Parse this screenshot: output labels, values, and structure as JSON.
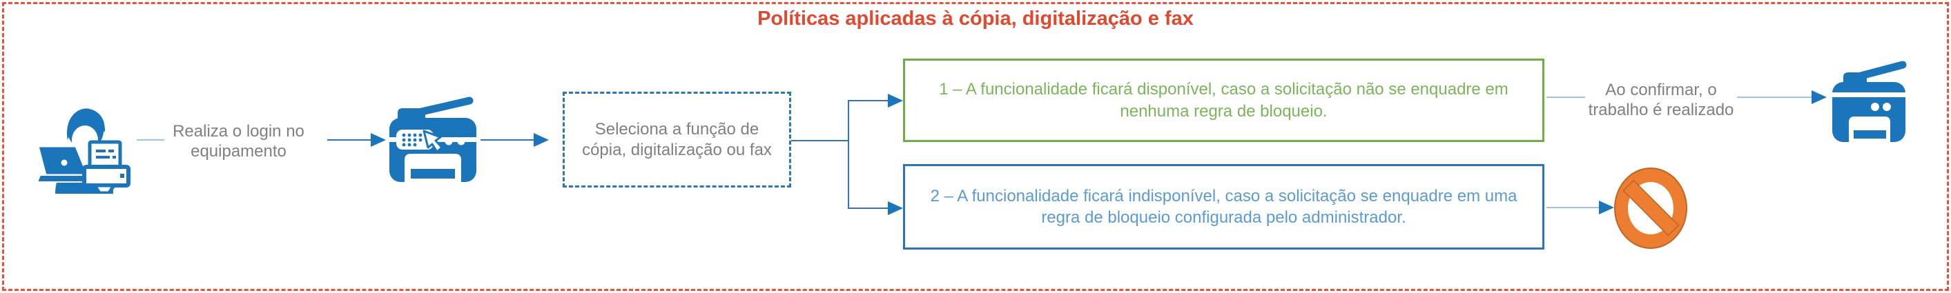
{
  "title": {
    "text": "Políticas aplicadas à cópia, digitalização e fax",
    "color": "#DF4930"
  },
  "colors": {
    "frame_border": "#E8523C",
    "icon_blue": "#1B75BB",
    "connector_blue": "#2E75B6",
    "connector_light": "#9DC3E6",
    "gray_text": "#808080",
    "green_border": "#70AD47",
    "green_text": "#7CB45A",
    "blue_border": "#2E75B6",
    "blue_text": "#5B9BD5",
    "blocked_fill": "#ED7D31",
    "blocked_outline": "#BC6524"
  },
  "steps": {
    "login": {
      "label": "Realiza o login no equipamento",
      "icon": "user-login-printer-icon"
    },
    "device": {
      "icon": "mfp-device-icon"
    },
    "select": {
      "label": "Seleciona a função de cópia, digitalização ou fax"
    },
    "outcome_available": {
      "label": "1 – A funcionalidade ficará disponível, caso a solicitação não se enquadre em nenhuma regra de bloqueio."
    },
    "outcome_blocked": {
      "label": "2 – A funcionalidade ficará indisponível, caso a solicitação se enquadre em uma regra de bloqueio configurada pelo administrador."
    },
    "confirm": {
      "label": "Ao confirmar, o trabalho é realizado",
      "icon": "printer-output-icon"
    },
    "blocked": {
      "icon": "blocked-icon"
    }
  }
}
